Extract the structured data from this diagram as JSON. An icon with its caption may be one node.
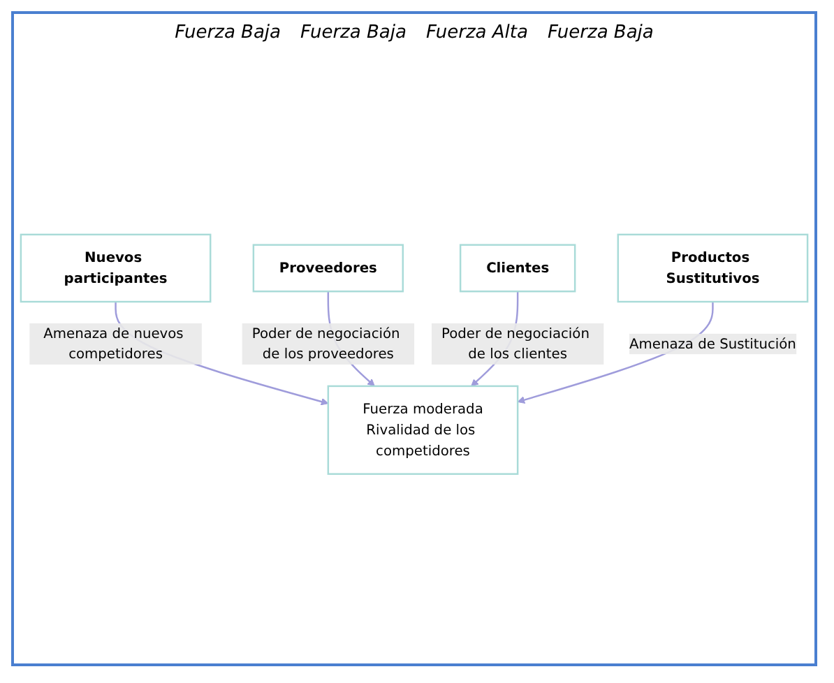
{
  "diagram": {
    "nodes": [
      {
        "text": [
          "Nuevos participantes"
        ]
      },
      {
        "text": [
          "Fuerza moderada",
          "Rivalidad de los competidores"
        ]
      },
      {
        "text": [
          "Proveedores"
        ]
      },
      {
        "text": [
          "Clientes"
        ]
      },
      {
        "text": [
          "Productos Sustitutivos"
        ]
      }
    ],
    "edges": [
      {
        "from": 0,
        "to": 1,
        "arrow": "to",
        "label": "Amenaza de nuevos competidores"
      },
      {
        "from": 2,
        "to": 1,
        "arrow": "to",
        "label": "Poder de negociación de los proveedores"
      },
      {
        "from": 3,
        "to": 1,
        "arrow": "to",
        "label": "Poder de negociación de los clientes"
      },
      {
        "from": 4,
        "to": 1,
        "arrow": "to",
        "label": "Amenaza de Sustitución"
      }
    ],
    "labels": [
      "Fuerza Baja",
      "Fuerza Baja",
      "Fuerza Alta",
      "Fuerza Baja"
    ]
  }
}
